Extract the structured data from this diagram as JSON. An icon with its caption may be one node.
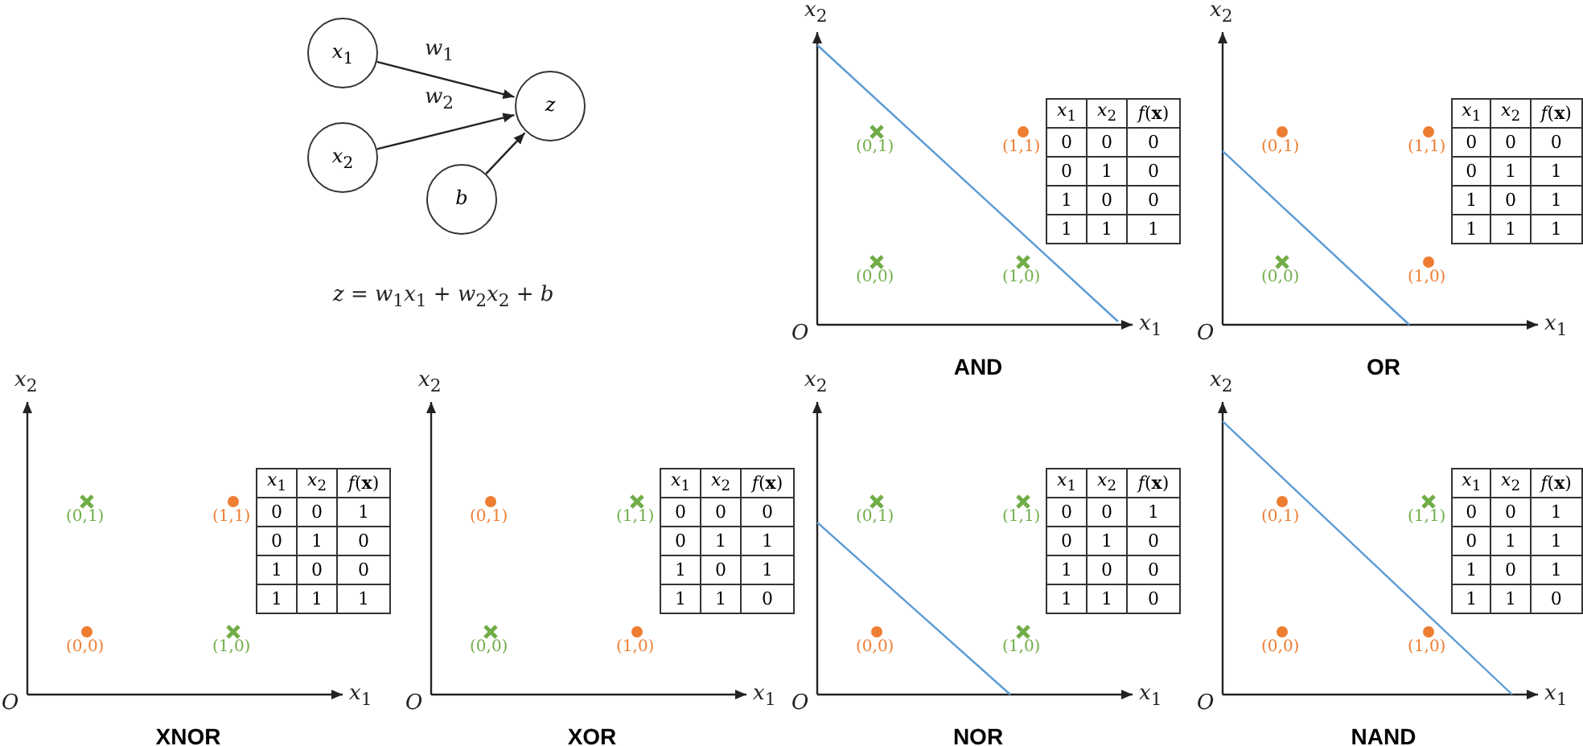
{
  "diagram": {
    "nodes": [
      {
        "text": [
          "*x*$_{1}$"
        ]
      },
      {
        "text": [
          "*x*$_{2}$"
        ]
      },
      {
        "text": [
          "*b*"
        ]
      },
      {
        "text": [
          "*z*"
        ]
      }
    ],
    "edges": [
      {
        "from": 0,
        "to": 3,
        "arrow": "to",
        "label": "*w*$_{1}$"
      },
      {
        "from": 1,
        "to": 3,
        "arrow": "to",
        "label": "*w*$_{2}$"
      },
      {
        "from": 2,
        "to": 3,
        "arrow": "to"
      }
    ],
    "labels": [
      "*z* = *w*$_{1}$*x*$_{1}$ + *w*$_{2}$*x*$_{2}$ + *b*",
      "*x*$_{2}$",
      "*x*$_{1}$",
      "*x*$_{2}$",
      "*f*(**x**)",
      "0",
      "0",
      "0",
      "0",
      "1",
      "0",
      "1",
      "0",
      "0",
      "1",
      "1",
      "1",
      "(0,1)",
      "(1,1)",
      "(0,0)",
      "(1,0)",
      "*O*",
      "*x*$_{1}$",
      "AND",
      "*x*$_{2}$",
      "*x*$_{1}$",
      "*x*$_{2}$",
      "*f*(**x**)",
      "0",
      "0",
      "0",
      "0",
      "1",
      "1",
      "1",
      "0",
      "1",
      "1",
      "1",
      "1",
      "(0,1)",
      "(1,1)",
      "(0,0)",
      "(1,0)",
      "*O*",
      "*x*$_{1}$",
      "OR",
      "*x*$_{2}$",
      "*x*$_{1}$",
      "*x*$_{2}$",
      "*f*(**x**)",
      "0",
      "0",
      "1",
      "0",
      "1",
      "0",
      "1",
      "0",
      "0",
      "1",
      "1",
      "1",
      "(0,1)",
      "(1,1)",
      "(0,0)",
      "(1,0)",
      "*O*",
      "*x*$_{1}$",
      "XNOR",
      "*x*$_{2}$",
      "*x*$_{1}$",
      "*x*$_{2}$",
      "*f*(**x**)",
      "0",
      "0",
      "0",
      "0",
      "1",
      "1",
      "1",
      "0",
      "1",
      "1",
      "1",
      "0",
      "(0,1)",
      "(1,1)",
      "(0,0)",
      "(1,0)",
      "*O*",
      "*x*$_{1}$",
      "XOR",
      "*x*$_{2}$",
      "*x*$_{1}$",
      "*x*$_{2}$",
      "*f*(**x**)",
      "0",
      "0",
      "1",
      "0",
      "1",
      "0",
      "1",
      "0",
      "0",
      "1",
      "1",
      "0",
      "(0,1)",
      "(1,1)",
      "(0,0)",
      "(1,0)",
      "*O*",
      "*x*$_{1}$",
      "NOR",
      "*x*$_{2}$",
      "*x*$_{1}$",
      "*x*$_{2}$",
      "*f*(**x**)",
      "0",
      "0",
      "1",
      "0",
      "1",
      "1",
      "1",
      "0",
      "1",
      "1",
      "1",
      "0",
      "(0,1)",
      "(1,1)",
      "(0,0)",
      "(1,0)",
      "*O*",
      "*x*$_{1}$",
      "NAND"
    ]
  }
}
